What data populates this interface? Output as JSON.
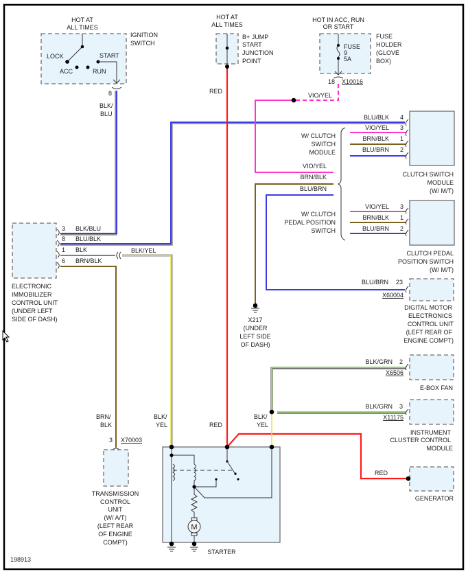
{
  "diagram": {
    "figure_id": "198913",
    "ignition_switch": {
      "title": [
        "IGNITION",
        "SWITCH"
      ],
      "feed": [
        "HOT AT",
        "ALL TIMES"
      ],
      "positions": {
        "lock": "LOCK",
        "acc": "ACC",
        "run": "RUN",
        "start": "START"
      },
      "pin": "8",
      "wire": [
        "BLK/",
        "BLU"
      ]
    },
    "b_plus_junction": {
      "title": [
        "B+ JUMP",
        "START",
        "JUNCTION",
        "POINT"
      ],
      "feed": [
        "HOT AT",
        "ALL TIMES"
      ],
      "wire": "RED"
    },
    "fuse_holder": {
      "title": [
        "FUSE",
        "HOLDER",
        "(GLOVE",
        "BOX)"
      ],
      "feed": [
        "HOT IN ACC, RUN",
        "OR START"
      ],
      "fuse_label": "FUSE",
      "fuse_number": "9",
      "fuse_rating": "5A",
      "pin": "18",
      "connector": "X10016",
      "wire": "VIO/YEL"
    },
    "clutch_switch_module": {
      "title": [
        "CLUTCH SWITCH",
        "MODULE",
        "(W/ M/T)"
      ],
      "pins": [
        {
          "wire": "BLU/BLK",
          "pin": "4"
        },
        {
          "wire": "VIO/YEL",
          "pin": "3"
        },
        {
          "wire": "BRN/BLK",
          "pin": "1"
        },
        {
          "wire": "BLU/BRN",
          "pin": "2"
        }
      ]
    },
    "option_clutch_switch": {
      "label": [
        "W/ CLUTCH",
        "SWITCH",
        "MODULE"
      ]
    },
    "option_pedal_switch": {
      "label": [
        "W/ CLUTCH",
        "PEDAL POSITION",
        "SWITCH"
      ]
    },
    "shared_wires": [
      "VIO/YEL",
      "BRN/BLK",
      "BLU/BRN"
    ],
    "clutch_pedal_switch": {
      "title": [
        "CLUTCH PEDAL",
        "POSITION SWITCH",
        "(W/ M/T)"
      ],
      "pins": [
        {
          "wire": "VIO/YEL",
          "pin": "3"
        },
        {
          "wire": "BRN/BLK",
          "pin": "1"
        },
        {
          "wire": "BLU/BRN",
          "pin": "2"
        }
      ]
    },
    "immobilizer": {
      "title": [
        "ELECTRONIC",
        "IMMOBILIZER",
        "CONTROL UNIT",
        "(UNDER LEFT",
        "SIDE OF DASH)"
      ],
      "pins": [
        {
          "pin": "3",
          "wire": "BLK/BLU"
        },
        {
          "pin": "8",
          "wire": "BLU/BLK"
        },
        {
          "pin": "1",
          "wire": "BLK"
        },
        {
          "pin": "6",
          "wire": "BRN/BLK"
        }
      ],
      "inline_wire": "BLK/YEL"
    },
    "ground_x217": {
      "label": [
        "X217",
        "(UNDER",
        "LEFT SIDE",
        "OF DASH)"
      ]
    },
    "dme": {
      "title": [
        "DIGITAL MOTOR",
        "ELECTRONICS",
        "CONTROL UNIT",
        "(LEFT REAR OF",
        "ENGINE COMPT)"
      ],
      "wire": "BLU/BRN",
      "pin": "23",
      "connector": "X60004"
    },
    "ebox_fan": {
      "title": "E-BOX FAN",
      "wire": "BLK/GRN",
      "pin": "2",
      "connector": "X6506"
    },
    "instrument_cluster": {
      "title": [
        "INSTRUMENT",
        "CLUSTER CONTROL",
        "MODULE"
      ],
      "wire": "BLK/GRN",
      "pin": "3",
      "connector": "X11175"
    },
    "tcu": {
      "title": [
        "TRANSMISSION",
        "CONTROL",
        "UNIT",
        "(W/ A/T)",
        "(LEFT REAR",
        "OF ENGINE",
        "COMPT)"
      ],
      "wire": [
        "BRN/",
        "BLK"
      ],
      "pin": "3",
      "connector": "X70003"
    },
    "starter": {
      "title": "STARTER",
      "motor_symbol": "M",
      "wire_left": [
        "BLK/",
        "YEL"
      ],
      "wire_center": "RED",
      "wire_right": [
        "BLK/",
        "YEL"
      ]
    },
    "generator": {
      "title": "GENERATOR",
      "wire": "RED"
    }
  }
}
